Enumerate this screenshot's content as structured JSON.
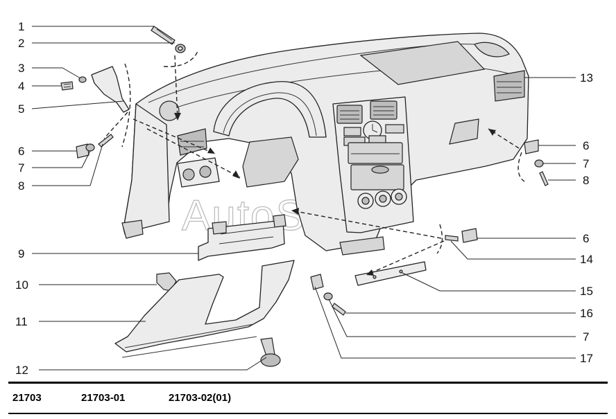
{
  "watermark": "AutoSoft",
  "callouts": {
    "c1": "1",
    "c2": "2",
    "c3": "3",
    "c4": "4",
    "c5": "5",
    "c6a": "6",
    "c7a": "7",
    "c8a": "8",
    "c9": "9",
    "c10": "10",
    "c11": "11",
    "c12": "12",
    "c13": "13",
    "c6b": "6",
    "c7b": "7",
    "c8b": "8",
    "c6c": "6",
    "c14": "14",
    "c15": "15",
    "c16": "16",
    "c7c": "7",
    "c17": "17"
  },
  "variants": [
    "21703",
    "21703-01",
    "21703-02(01)"
  ]
}
